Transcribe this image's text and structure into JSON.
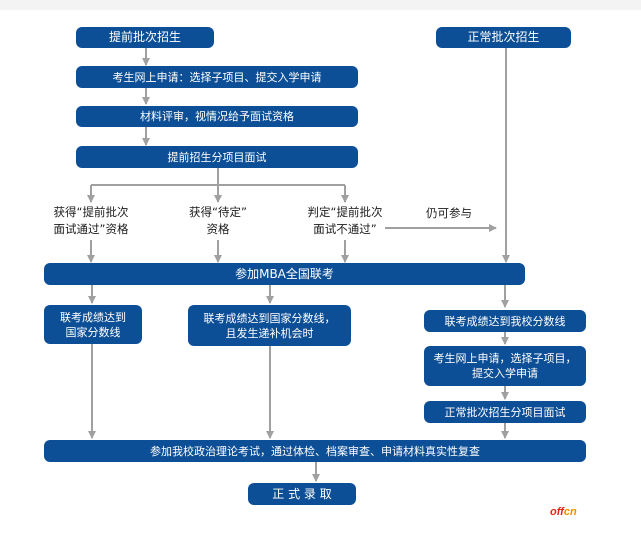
{
  "diagram": {
    "early_admission": "提前批次招生",
    "regular_admission": "正常批次招生",
    "online_apply_early": "考生网上申请：选择子项目、提交入学申请",
    "material_review": "材料评审，视情况给予面试资格",
    "early_interview": "提前招生分项目面试",
    "outcome_pass": "获得“提前批次\n面试通过”资格",
    "outcome_pending": "获得“待定”\n资格",
    "outcome_fail": "判定“提前批次\n面试不通过”",
    "still_eligible": "仍可参与",
    "mba_exam": "参加MBA全国联考",
    "score_national_a": "联考成绩达到\n国家分数线",
    "score_national_b": "联考成绩达到国家分数线，\n且发生递补机会时",
    "score_school": "联考成绩达到我校分数线",
    "online_apply_regular": "考生网上申请，选择子项目，\n提交入学申请",
    "regular_interview": "正常批次招生分项目面试",
    "final_checks": "参加我校政治理论考试，通过体检、档案审查、申请材料真实性复查",
    "admitted": "正 式 录 取"
  },
  "watermark": {
    "part1": "off",
    "part2": "cn"
  },
  "colors": {
    "box": "#0d4f96",
    "line": "#a0a0a0",
    "watermark_main": "#e2231a",
    "watermark_accent": "#f08c00"
  }
}
